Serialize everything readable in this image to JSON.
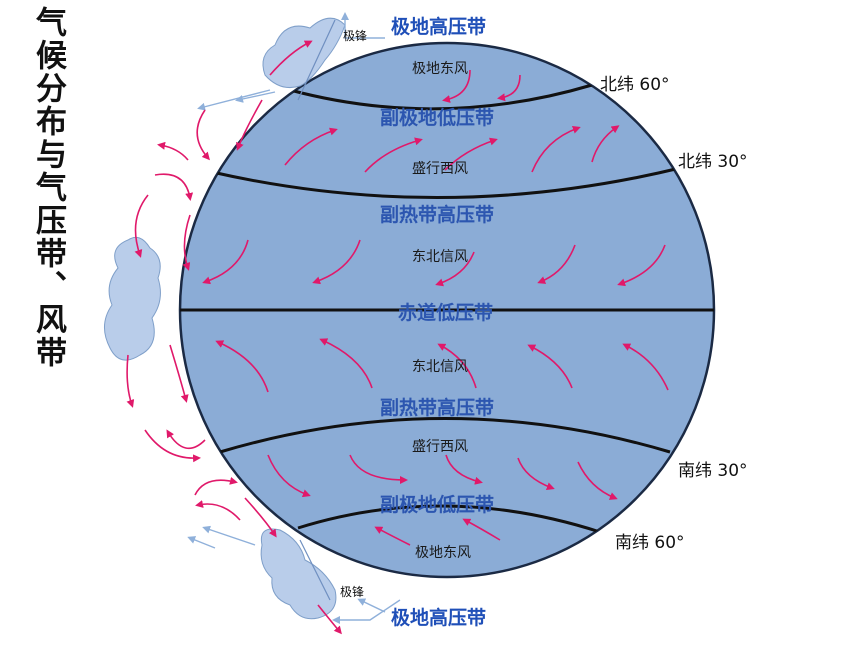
{
  "title": "气候分布与气压带、风带",
  "pressure_belts": {
    "polar_high_north": "极地高压带",
    "subpolar_low_north": "副极地低压带",
    "subtropical_high_north": "副热带高压带",
    "equatorial_low": "赤道低压带",
    "subtropical_high_south": "副热带高压带",
    "subpolar_low_south": "副极地低压带",
    "polar_high_south": "极地高压带"
  },
  "wind_belts": {
    "polar_easterlies_north": "极地东风",
    "westerlies_north": "盛行西风",
    "trades_north": "东北信风",
    "trades_south": "东北信风",
    "westerlies_south": "盛行西风",
    "polar_easterlies_south": "极地东风"
  },
  "latitudes": {
    "n60": "北纬 60°",
    "n30": "北纬 30°",
    "s30": "南纬 30°",
    "s60": "南纬 60°"
  },
  "fronts": {
    "north": "极锋",
    "south": "极锋"
  },
  "colors": {
    "globe_fill": "#8bacd6",
    "belt_text": "#2c56b0",
    "wind_arrow": "#e0196a",
    "cloud": "#b9cdea",
    "air_flow": "#8fb0da"
  }
}
